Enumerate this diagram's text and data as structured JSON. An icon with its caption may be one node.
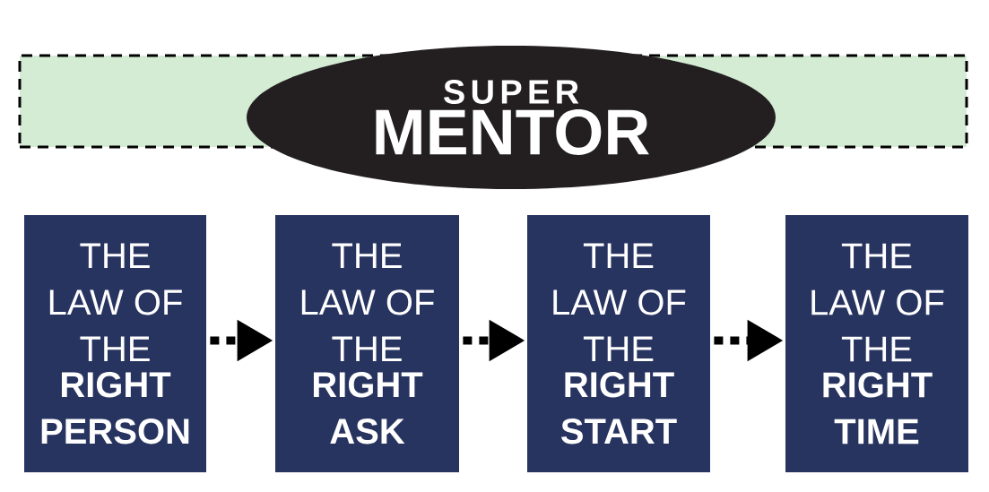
{
  "diagram": {
    "nodes": [
      {
        "text": [],
        "shape": "bar"
      },
      {
        "text": [
          "SUPER",
          "MENTOR"
        ]
      },
      {
        "text": [
          "THE LAW OF THE",
          "RIGHT PERSON"
        ]
      },
      {
        "text": [
          "THE LAW OF THE",
          "RIGHT ASK"
        ]
      },
      {
        "text": [
          "THE LAW OF THE",
          "RIGHT START"
        ]
      },
      {
        "text": [
          "THE LAW OF THE",
          "RIGHT TIME"
        ]
      }
    ],
    "edges": [
      {
        "from": 2,
        "to": 3,
        "arrow": "to",
        "style": "dashed"
      },
      {
        "from": 3,
        "to": 4,
        "arrow": "to",
        "style": "dashed"
      },
      {
        "from": 4,
        "to": 5,
        "arrow": "to",
        "style": "dashed"
      }
    ]
  }
}
